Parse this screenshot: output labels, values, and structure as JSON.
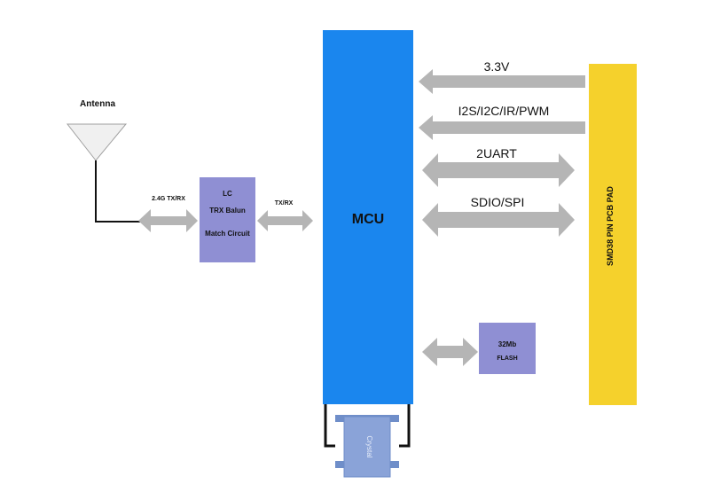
{
  "diagram": {
    "antenna_label": "Antenna",
    "rf_link_label": "2.4G TX/RX",
    "balun": {
      "line1": "LC",
      "line2": "TRX Balun",
      "line3": "Match Circuit"
    },
    "mcu_link_label": "TX/RX",
    "mcu_label": "MCU",
    "crystal_label": "Crystal",
    "flash": {
      "line1": "32Mb",
      "line2": "FLASH"
    },
    "pad_label": "SMD38 PIN PCB PAD",
    "interfaces": [
      {
        "label": "3.3V",
        "direction": "to-mcu"
      },
      {
        "label": "I2S/I2C/IR/PWM",
        "direction": "to-mcu"
      },
      {
        "label": "2UART",
        "direction": "bidirectional"
      },
      {
        "label": "SDIO/SPI",
        "direction": "bidirectional"
      }
    ],
    "colors": {
      "mcu": "#1a86ee",
      "pad": "#f5d12c",
      "chip": "#8f8fd3",
      "crystal": "#8aa3d8",
      "arrow": "#b5b5b5",
      "wire": "#111111"
    }
  }
}
